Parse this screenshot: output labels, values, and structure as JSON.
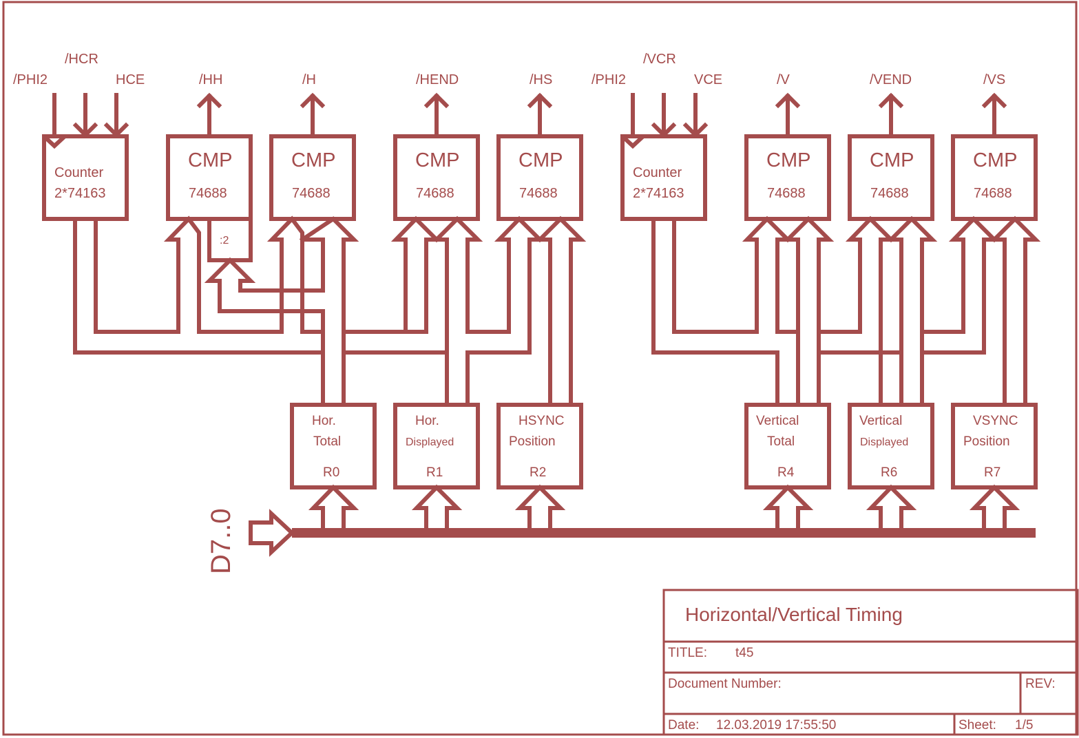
{
  "diagram": {
    "title": "Horizontal/Vertical Timing",
    "accent_color": "#a44c4c",
    "horizontal": {
      "counter": {
        "name": "Counter",
        "part": "2*74163",
        "inputs": [
          "/PHI2",
          "/HCR",
          "HCE"
        ]
      },
      "comparators": [
        {
          "name": "CMP",
          "part": "74688",
          "output": "/HH"
        },
        {
          "name": "CMP",
          "part": "74688",
          "output": "/H"
        },
        {
          "name": "CMP",
          "part": "74688",
          "output": "/HEND"
        },
        {
          "name": "CMP",
          "part": "74688",
          "output": "/HS"
        }
      ],
      "divider": ":2",
      "registers": [
        {
          "line1": "Hor.",
          "line2": "Total",
          "reg": "R0"
        },
        {
          "line1": "Hor.",
          "line2": "Displayed",
          "reg": "R1"
        },
        {
          "line1": "HSYNC",
          "line2": "Position",
          "reg": "R2"
        }
      ]
    },
    "vertical": {
      "counter": {
        "name": "Counter",
        "part": "2*74163",
        "inputs": [
          "/PHI2",
          "/VCR",
          "VCE"
        ]
      },
      "comparators": [
        {
          "name": "CMP",
          "part": "74688",
          "output": "/V"
        },
        {
          "name": "CMP",
          "part": "74688",
          "output": "/VEND"
        },
        {
          "name": "CMP",
          "part": "74688",
          "output": "/VS"
        }
      ],
      "registers": [
        {
          "line1": "Vertical",
          "line2": "Total",
          "reg": "R4"
        },
        {
          "line1": "Vertical",
          "line2": "Displayed",
          "reg": "R6"
        },
        {
          "line1": "VSYNC",
          "line2": "Position",
          "reg": "R7"
        }
      ]
    },
    "data_bus": "D7..0"
  },
  "title_block": {
    "heading": "Horizontal/Vertical Timing",
    "title_label": "TITLE:",
    "title_value": "t45",
    "doc_number_label": "Document Number:",
    "rev_label": "REV:",
    "date_label": "Date:",
    "date_value": "12.03.2019 17:55:50",
    "sheet_label": "Sheet:",
    "sheet_value": "1/5"
  }
}
